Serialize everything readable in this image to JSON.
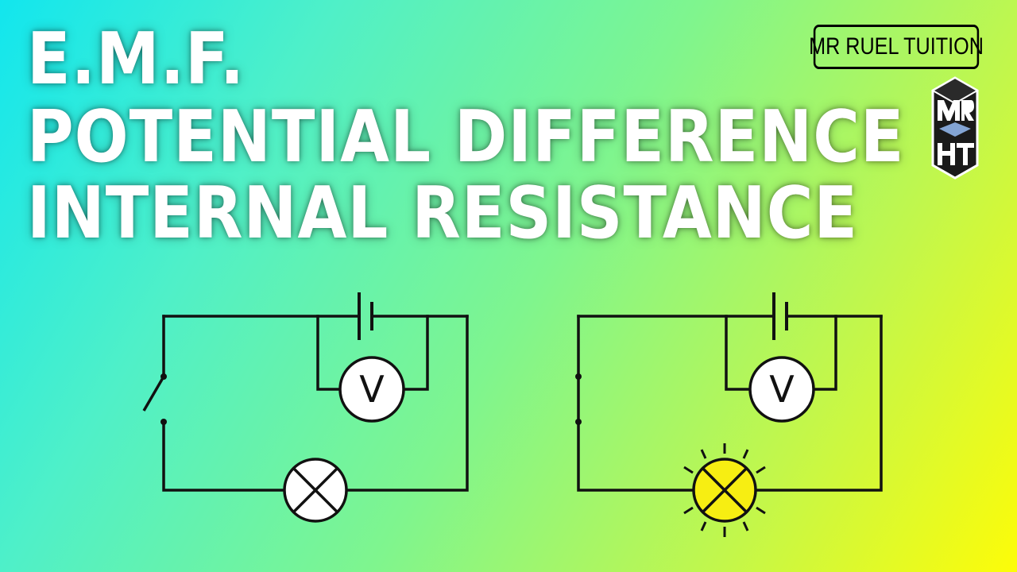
{
  "title": {
    "line1": "E.M.F.",
    "line2": "POTENTIAL DIFFERENCE",
    "line3": "INTERNAL RESISTANCE"
  },
  "brand": {
    "name": "MR RUEL TUITION",
    "logo_text": "MRHT"
  },
  "circuits": [
    {
      "id": "open-switch-circuit",
      "switch_state": "open",
      "voltmeter_label": "V",
      "lamp_state": "off",
      "lamp_color": "#ffffff"
    },
    {
      "id": "closed-switch-circuit",
      "switch_state": "closed",
      "voltmeter_label": "V",
      "lamp_state": "on",
      "lamp_color": "#f7ee12"
    }
  ],
  "colors": {
    "wire": "#111111",
    "text": "#ffffff",
    "gradient_start": "#12e6ee",
    "gradient_end": "#fdfc08"
  }
}
